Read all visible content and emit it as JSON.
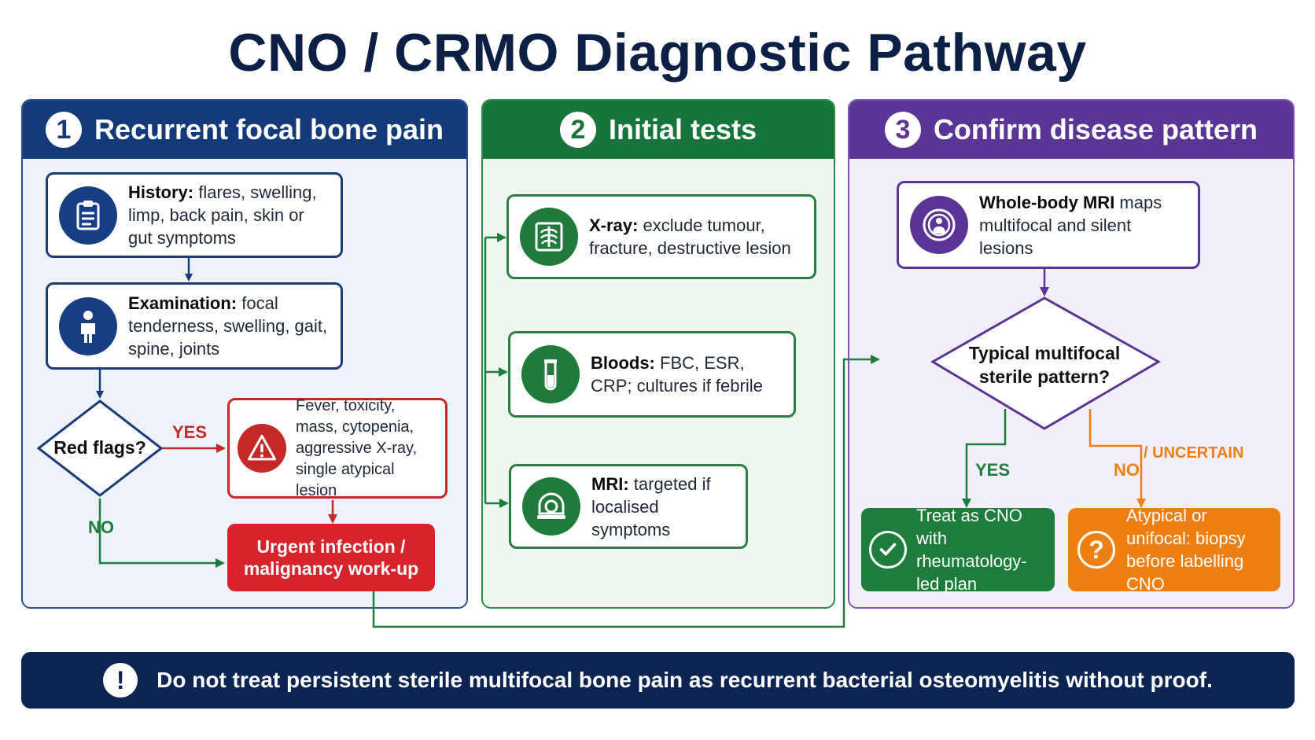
{
  "title": "CNO / CRMO Diagnostic Pathway",
  "colors": {
    "navy": "#153a7a",
    "green": "#17743a",
    "purple": "#5b3596",
    "red": "#d7232b",
    "orange": "#ee7f12"
  },
  "panels": [
    {
      "number": "1",
      "title": "Recurrent focal bone pain"
    },
    {
      "number": "2",
      "title": "Initial tests"
    },
    {
      "number": "3",
      "title": "Confirm disease pattern"
    }
  ],
  "step1": {
    "history": {
      "icon": "clipboard-icon",
      "label": "History:",
      "text": " flares, swelling, limp, back pain, skin or gut symptoms"
    },
    "examination": {
      "icon": "person-icon",
      "label": "Examination:",
      "text": " focal tenderness, swelling, gait, spine, joints"
    },
    "red_flags_question": "Red flags?",
    "yes_label": "YES",
    "no_label": "NO",
    "red_flags_detail": {
      "icon": "warning-icon",
      "text": "Fever, toxicity, mass, cytopenia, aggressive X-ray, single atypical lesion"
    },
    "urgent": "Urgent infection / malignancy work-up"
  },
  "step2": {
    "xray": {
      "icon": "xray-icon",
      "label": "X-ray:",
      "text": " exclude tumour, fracture, destructive lesion"
    },
    "bloods": {
      "icon": "test-tube-icon",
      "label": "Bloods:",
      "text": " FBC, ESR, CRP; cultures if febrile"
    },
    "mri": {
      "icon": "mri-scanner-icon",
      "label": "MRI:",
      "text": " targeted if localised symptoms"
    }
  },
  "step3": {
    "wbmri": {
      "icon": "mri-person-icon",
      "label": "Whole-body MRI",
      "text": " maps multifocal and silent lesions"
    },
    "question": "Typical multifocal sterile pattern?",
    "yes_label": "YES",
    "no_label": "NO",
    "uncertain_label": "/ UNCERTAIN",
    "treat": {
      "icon": "checkmark-icon",
      "text": "Treat as CNO with rheumatology-led plan"
    },
    "atypical": {
      "icon": "question-icon",
      "symbol": "?",
      "text": "Atypical or unifocal: biopsy before labelling CNO"
    }
  },
  "banner": {
    "icon": "exclamation-icon",
    "symbol": "!",
    "text": "Do not treat persistent sterile multifocal bone pain as recurrent bacterial osteomyelitis without proof."
  }
}
